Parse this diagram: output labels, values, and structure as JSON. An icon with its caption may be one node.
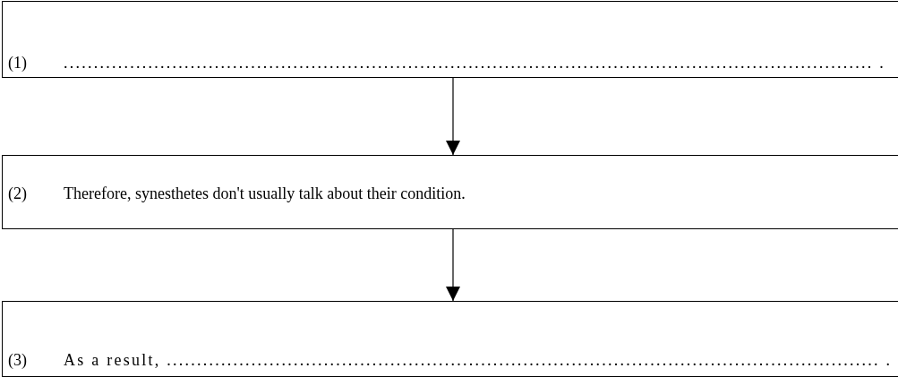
{
  "diagram": {
    "nodes": [
      {
        "text": [
          "(1)",
          "...................................................................................................................................... ."
        ]
      },
      {
        "text": [
          "(2)",
          "Therefore, synesthetes don't usually talk about their condition."
        ]
      },
      {
        "text": [
          "(3)",
          "As a result, ...................................................................................................................... ."
        ]
      }
    ],
    "edges": [
      {
        "from": 0,
        "to": 1,
        "arrow": "to"
      },
      {
        "from": 1,
        "to": 2,
        "arrow": "to"
      }
    ]
  }
}
